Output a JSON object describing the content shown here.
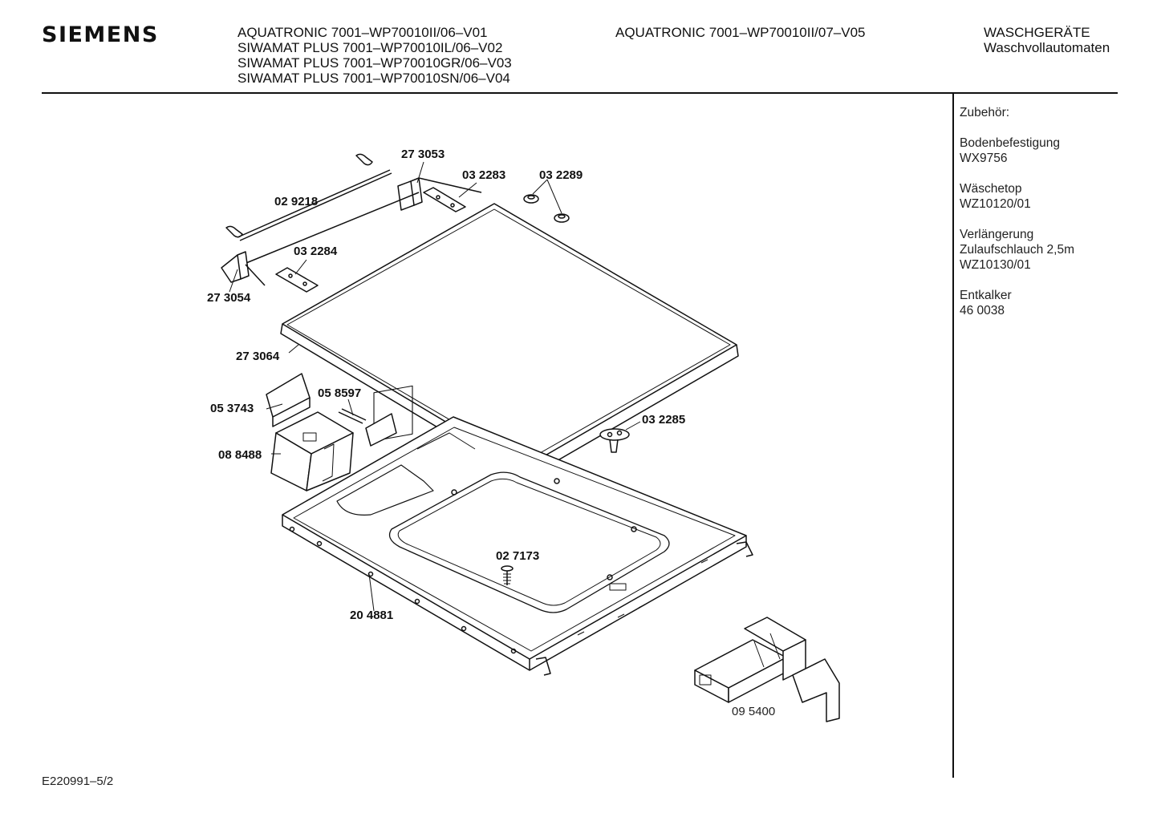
{
  "header": {
    "brand": "SIEMENS",
    "models_left": [
      "AQUATRONIC 7001–WP70010II/06–V01",
      "SIWAMAT PLUS 7001–WP70010IL/06–V02",
      "SIWAMAT PLUS 7001–WP70010GR/06–V03",
      "SIWAMAT PLUS 7001–WP70010SN/06–V04"
    ],
    "models_right": [
      "AQUATRONIC 7001–WP70010II/07–V05"
    ],
    "category": [
      "WASCHGERÄTE",
      "Waschvollautomaten"
    ]
  },
  "accessories": {
    "title": "Zubehör:",
    "items": [
      {
        "name": "Bodenbefestigung",
        "code": "WX9756"
      },
      {
        "name": "Wäschetop",
        "code": "WZ10120/01"
      },
      {
        "name": "Verlängerung",
        "name2": "Zulaufschlauch 2,5m",
        "code": "WZ10130/01"
      },
      {
        "name": "Entkalker",
        "code": "46 0038"
      }
    ]
  },
  "parts": {
    "p273053": "27 3053",
    "p032283": "03 2283",
    "p032289": "03 2289",
    "p029218": "02 9218",
    "p032284": "03 2284",
    "p273054": "27 3054",
    "p273064": "27 3064",
    "p058597": "05 8597",
    "p053743": "05 3743",
    "p032285": "03 2285",
    "p088488": "08 8488",
    "p027173": "02 7173",
    "p204881": "20 4881",
    "p095400": "09 5400"
  },
  "footer": {
    "drawing_id": "E220991–5/2"
  }
}
